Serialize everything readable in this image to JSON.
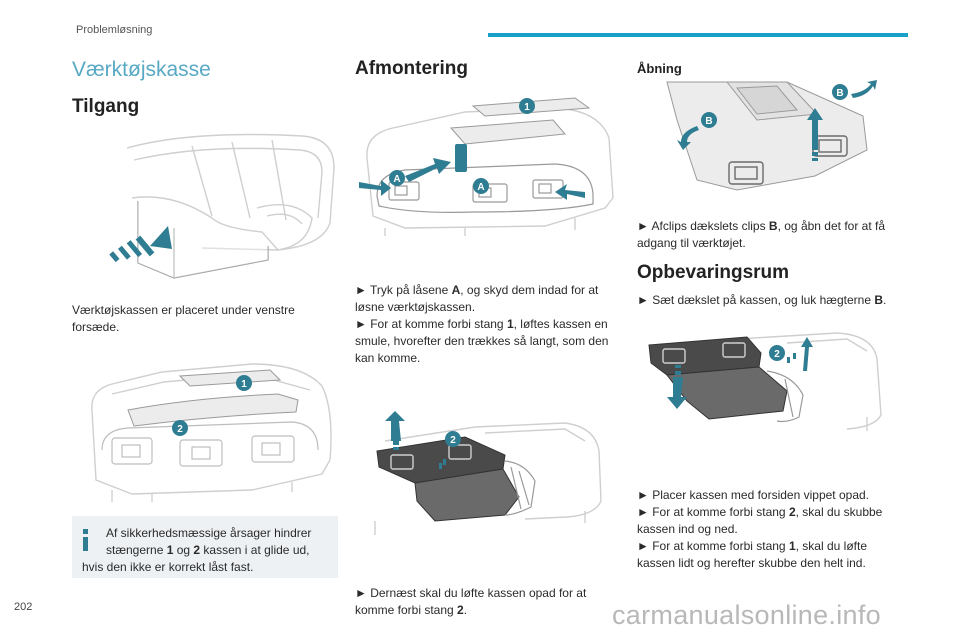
{
  "header": {
    "section": "Problemløsning",
    "accent_color": "#19a0c8"
  },
  "page_number": "202",
  "watermark": "carmanualsonline.info",
  "col1": {
    "title": "Værktøjskasse",
    "subtitle": "Tilgang",
    "text": "Værktøjskassen er placeret under venstre forsæde.",
    "fig2_labels": {
      "one": "1",
      "two": "2"
    }
  },
  "note": {
    "line1": "Af sikkerhedsmæssige årsager hindrer",
    "line2_a": "stængerne ",
    "line2_b1": "1",
    "line2_c": " og ",
    "line2_b2": "2",
    "line2_d": " kassen i at glide ud,",
    "line3": "hvis den ikke er korrekt låst fast."
  },
  "col2": {
    "title": "Afmontering",
    "fig1_labels": {
      "one": "1",
      "a": "A"
    },
    "p1": {
      "s1a": "► Tryk på låsene ",
      "s1b": "A",
      "s1c": ", og skyd dem indad for at",
      "s2": "løsne værktøjskassen.",
      "s3a": "► For at komme forbi stang ",
      "s3b": "1",
      "s3c": ", løftes kassen en",
      "s4": "smule, hvorefter den trækkes så langt, som den",
      "s5": "kan komme."
    },
    "fig2_labels": {
      "two": "2"
    },
    "p2": {
      "s1": "► Dernæst skal du løfte kassen opad for at",
      "s2a": "komme forbi stang ",
      "s2b": "2",
      "s2c": "."
    }
  },
  "col3": {
    "subtitle1": "Åbning",
    "fig1_labels": {
      "b": "B"
    },
    "p1": {
      "s1a": "► Afclips dækslets clips ",
      "s1b": "B",
      "s1c": ", og åbn det for at få",
      "s2": "adgang til værktøjet."
    },
    "subtitle2": "Opbevaringsrum",
    "p2": {
      "s1a": "► Sæt dækslet på kassen, og luk hægterne ",
      "s1b": "B",
      "s1c": "."
    },
    "fig2_labels": {
      "two": "2"
    },
    "p3": {
      "s1": "► Placer kassen med forsiden vippet opad.",
      "s2a": "► For at komme forbi stang ",
      "s2b": "2",
      "s2c": ", skal du skubbe",
      "s3": "kassen ind og ned.",
      "s4a": "► For at komme forbi stang ",
      "s4b": "1",
      "s4c": ", skal du løfte",
      "s5": "kassen lidt og herefter skubbe den helt ind."
    }
  }
}
